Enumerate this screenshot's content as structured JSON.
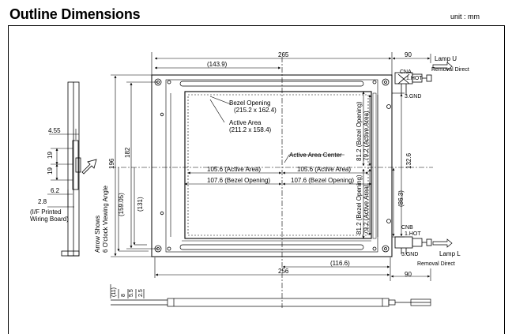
{
  "header": {
    "title": "Outline Dimensions",
    "unit": "unit : mm"
  },
  "dims": {
    "overall_width": "265",
    "center_offset": "(143.9)",
    "right_ext_top": "90",
    "right_ext_bottom": "90",
    "bottom_width": "256",
    "bottom_offset": "(116.6)",
    "height_total": "196",
    "height_182": "182",
    "height_159_05": "(159.05)",
    "height_131": "(131)",
    "dim_132_6": "132.6",
    "dim_86_3": "(86.3)",
    "side_4_55": "4.55",
    "side_19_top": "19",
    "side_19_bottom": "19",
    "side_6_2": "6.2",
    "side_2_8": "2.8",
    "bottom_11": "(11)",
    "bottom_8": "8",
    "bottom_5_5": "5.5",
    "bottom_2_5": "2.5"
  },
  "labels": {
    "bezel_opening": "Bezel Opening",
    "bezel_opening_size": "(215.2 x 162.4)",
    "active_area": "Active Area",
    "active_area_size": "(211.2 x 158.4)",
    "active_area_center": "Active Area Center",
    "left_active": "105.6 (Active Area)",
    "right_active": "105.6 (Active Area)",
    "left_bezel": "107.6 (Bezel Opening)",
    "right_bezel": "107.6 (Bezel Opening)",
    "v_bezel_top": "81.2 (Bezel Opening)",
    "v_active_top": "79.2 (Active Area)",
    "v_bezel_bottom": "81.2 (Bezel Opening)",
    "v_active_bottom": "79.2 (Active Area)",
    "viewing_angle_1": "Arrow Shows",
    "viewing_angle_2": "6 O'clock Viewing Angle",
    "if_printed_1": "(I/F Printed",
    "if_printed_2": "Wiring Board)",
    "cna": "CNA",
    "hot_top": "1.HOT",
    "gnd_top": "3.GND",
    "cnb": "CNB",
    "hot_bottom": "1.HOT",
    "gnd_bottom": "3.GND",
    "lamp_u_1": "Lamp U",
    "lamp_u_2": "Removal Direct",
    "lamp_l_1": "Lamp L",
    "lamp_l_2": "Removal Direct"
  }
}
